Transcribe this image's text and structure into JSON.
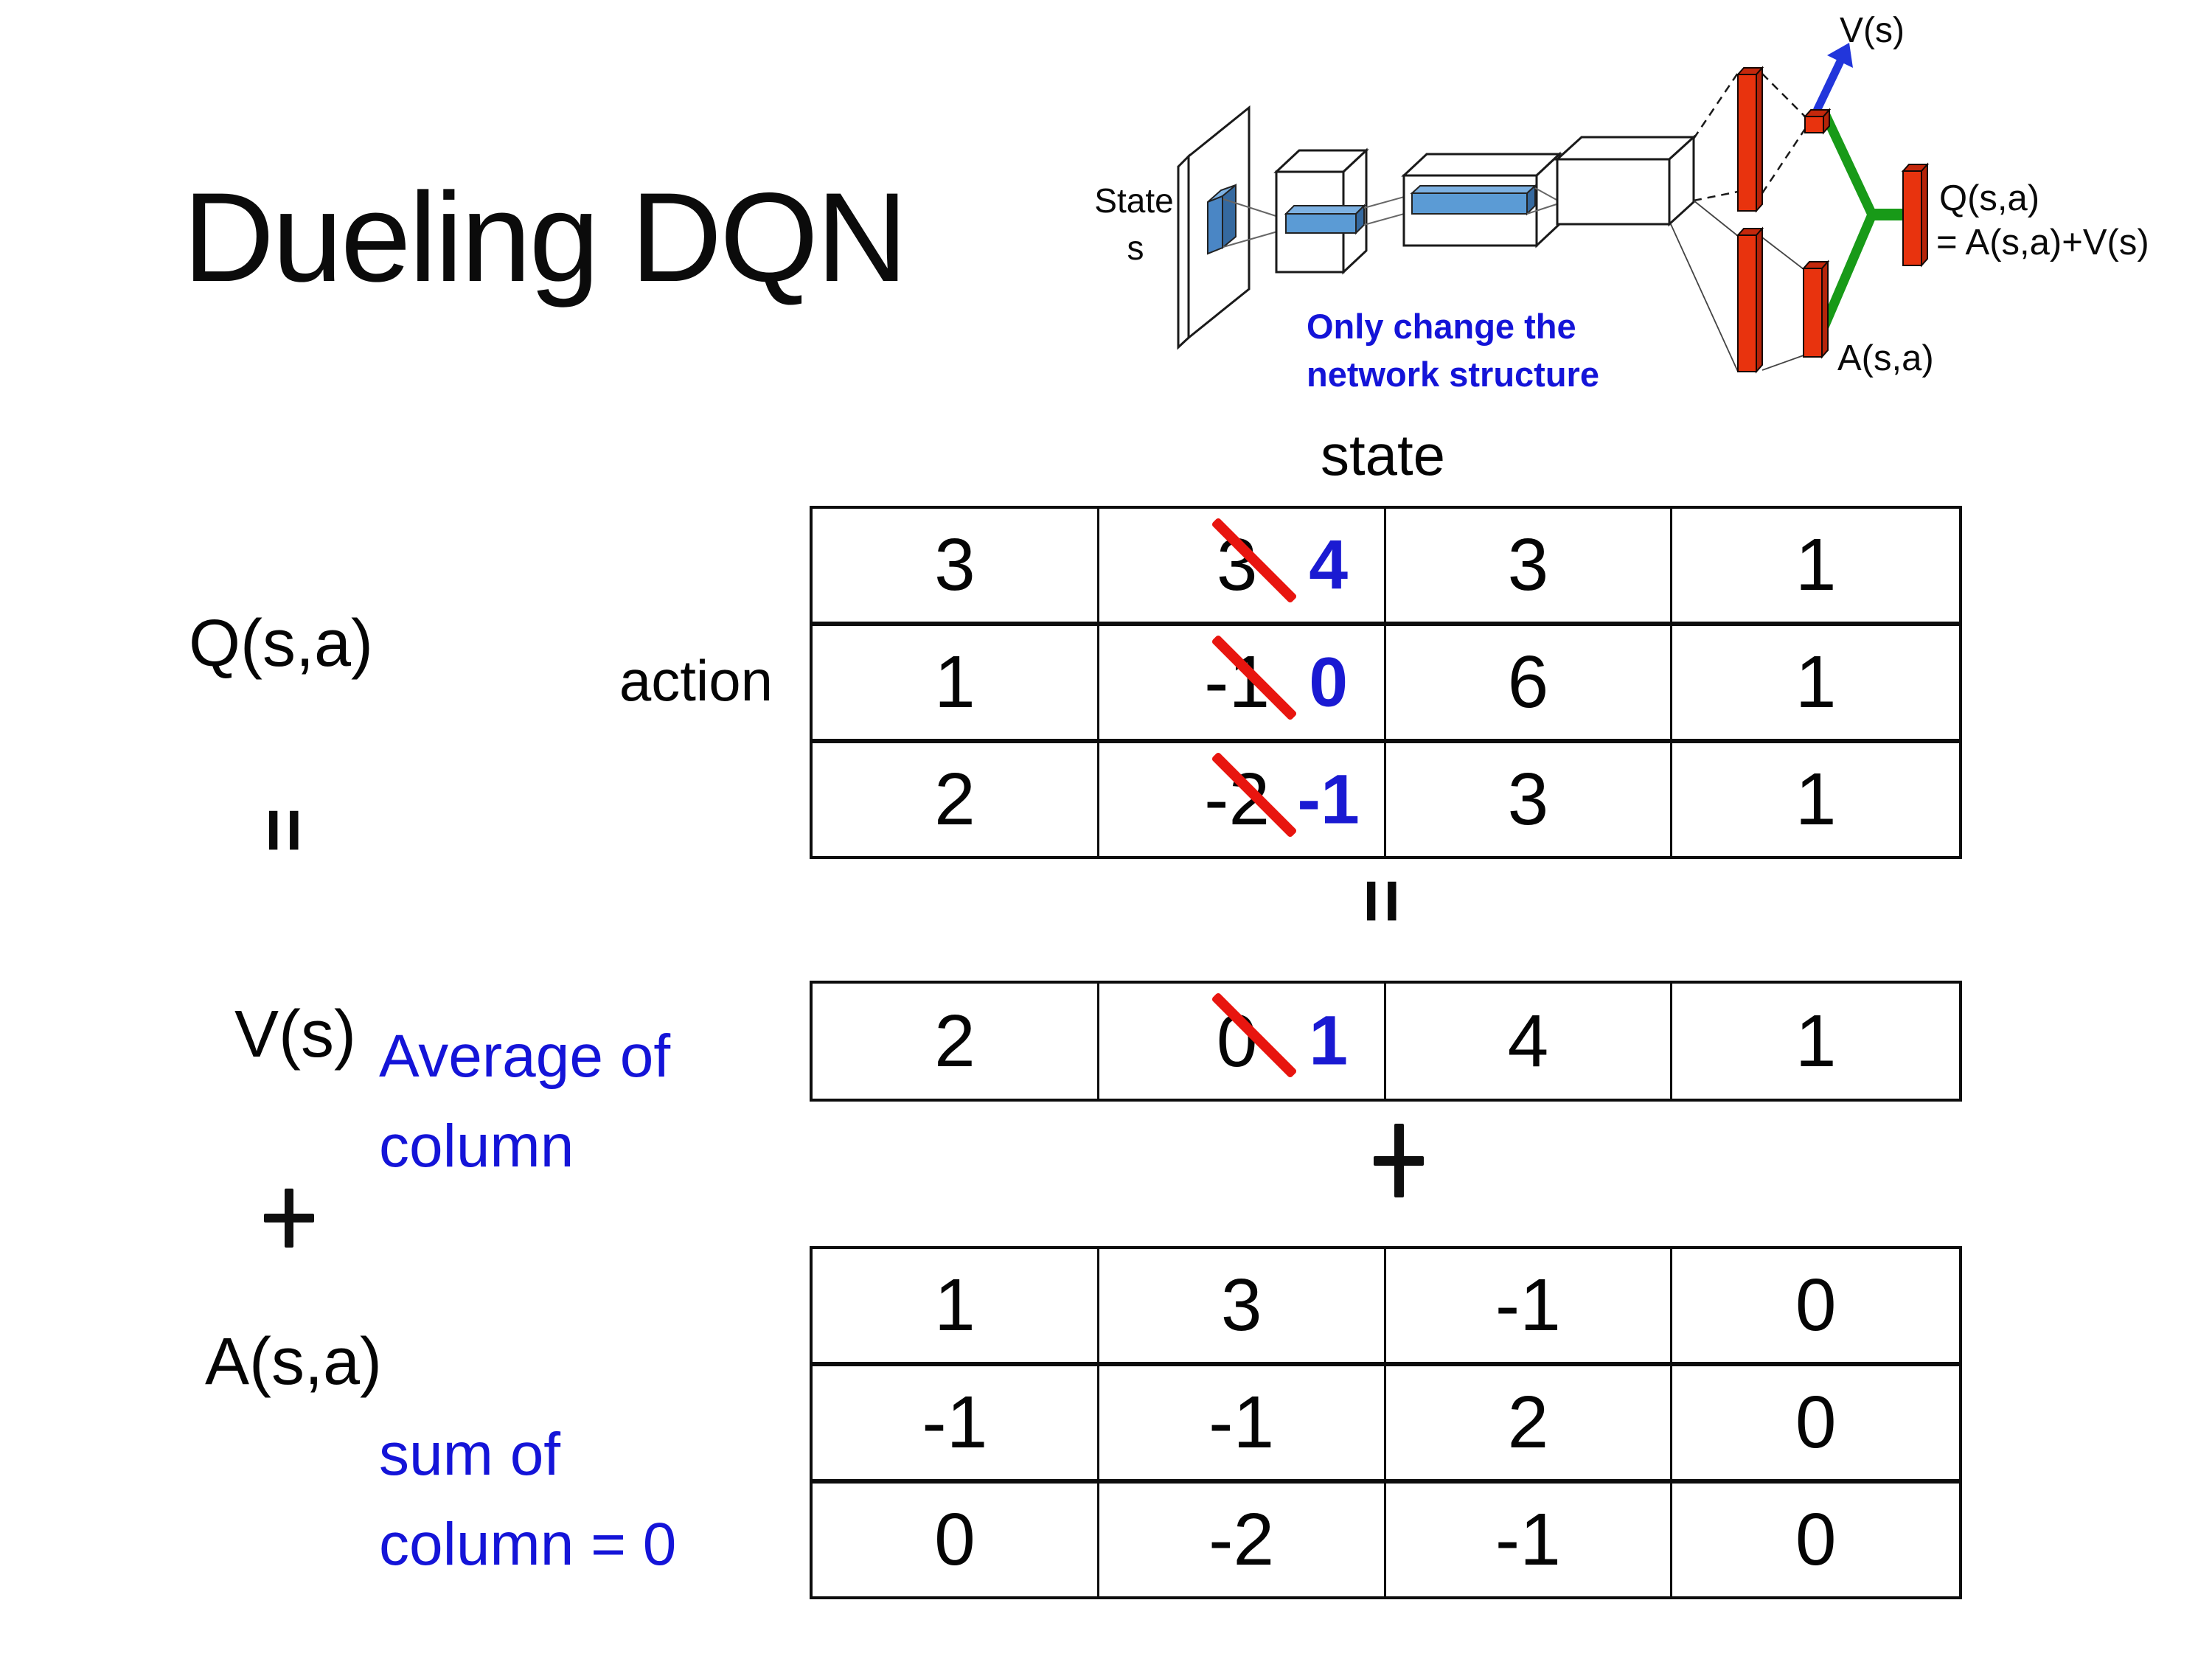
{
  "slide": {
    "title": "Dueling DQN"
  },
  "diagram": {
    "state_line1": "State",
    "state_line2": "s",
    "v_label": "V(s)",
    "q_label": "Q(s,a)",
    "q_formula": "= A(s,a)+V(s)",
    "a_label": "A(s,a)",
    "note_line1": "Only change the",
    "note_line2": "network structure",
    "colors": {
      "red_front": "#e8330e",
      "red_side": "#b5240a",
      "red_top": "#c4280c",
      "green": "#189a18",
      "arrow_blue": "#2236db",
      "box_blue_front": "#4a86c5",
      "box_blue_top": "#7db1e2",
      "box_blue_side": "#35699f",
      "note_blue": "#1414d8"
    }
  },
  "matrix": {
    "state_header": "state",
    "action_label": "action",
    "q_label": "Q(s,a)",
    "v_label": "V(s)",
    "a_label": "A(s,a)",
    "equals_symbol": "=",
    "plus_symbol": "+",
    "avg_note": {
      "line1": "Average of",
      "line2": "column"
    },
    "sum_note": {
      "line1": "sum of",
      "line2": "column = 0"
    },
    "strike_color": "#e8150f",
    "new_value_color": "#1a1ad2",
    "q_table": {
      "rows": [
        {
          "c0": "3",
          "old": "3",
          "new": "4",
          "c2": "3",
          "c3": "1"
        },
        {
          "c0": "1",
          "old": "-1",
          "new": "0",
          "c2": "6",
          "c3": "1"
        },
        {
          "c0": "2",
          "old": "-2",
          "new": "-1",
          "c2": "3",
          "c3": "1"
        }
      ]
    },
    "v_row": {
      "c0": "2",
      "old": "0",
      "new": "1",
      "c2": "4",
      "c3": "1"
    },
    "a_table": {
      "rows": [
        {
          "c0": "1",
          "c1": "3",
          "c2": "-1",
          "c3": "0"
        },
        {
          "c0": "-1",
          "c1": "-1",
          "c2": "2",
          "c3": "0"
        },
        {
          "c0": "0",
          "c1": "-2",
          "c2": "-1",
          "c3": "0"
        }
      ]
    }
  }
}
